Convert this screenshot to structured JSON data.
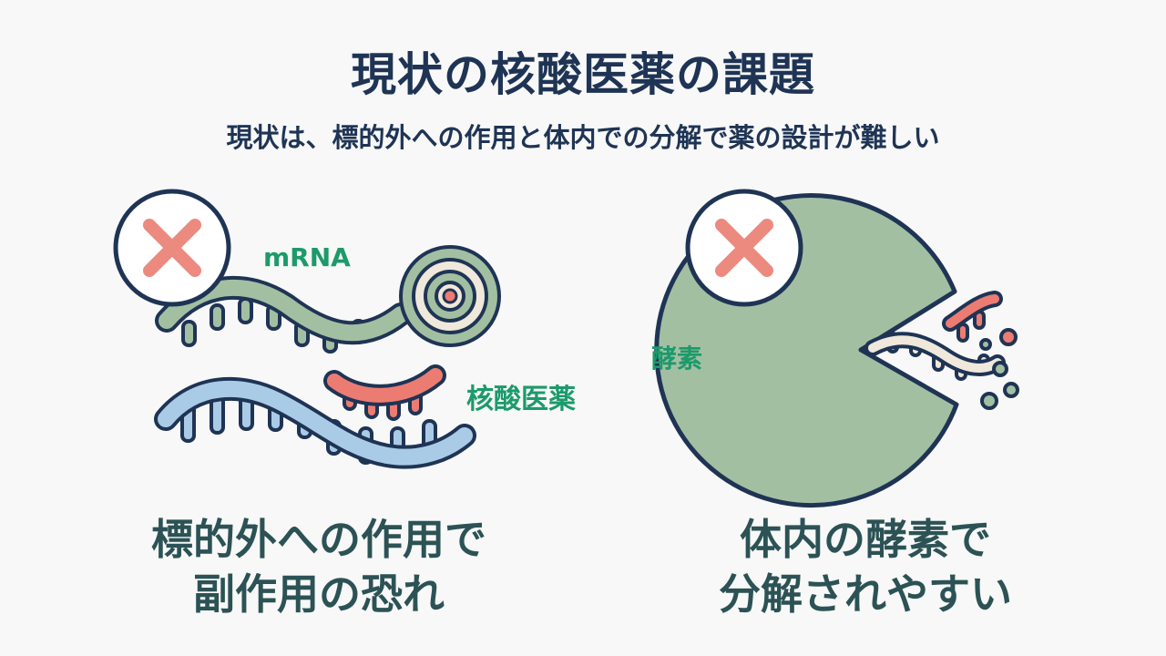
{
  "header": {
    "title": "現状の核酸医薬の課題",
    "subtitle": "現状は、標的外への作用と体内での分解で薬の設計が難しい"
  },
  "left_panel": {
    "label_mrna": "mRNA",
    "label_drug": "核酸医薬",
    "caption_line1": "標的外への作用で",
    "caption_line2": "副作用の恐れ"
  },
  "right_panel": {
    "label_enzyme": "酵素",
    "caption_line1": "体内の酵素で",
    "caption_line2": "分解されやすい"
  },
  "colors": {
    "title": "#1f3455",
    "caption": "#2c5255",
    "label_green": "#1c9a6b",
    "outline": "#1f3455",
    "mrna_green": "#a3bfa2",
    "drug_blue": "#aacbe6",
    "drug_red": "#ec7c72",
    "enzyme_green": "#a3bfa2",
    "cross_red": "#ec8a7f"
  }
}
